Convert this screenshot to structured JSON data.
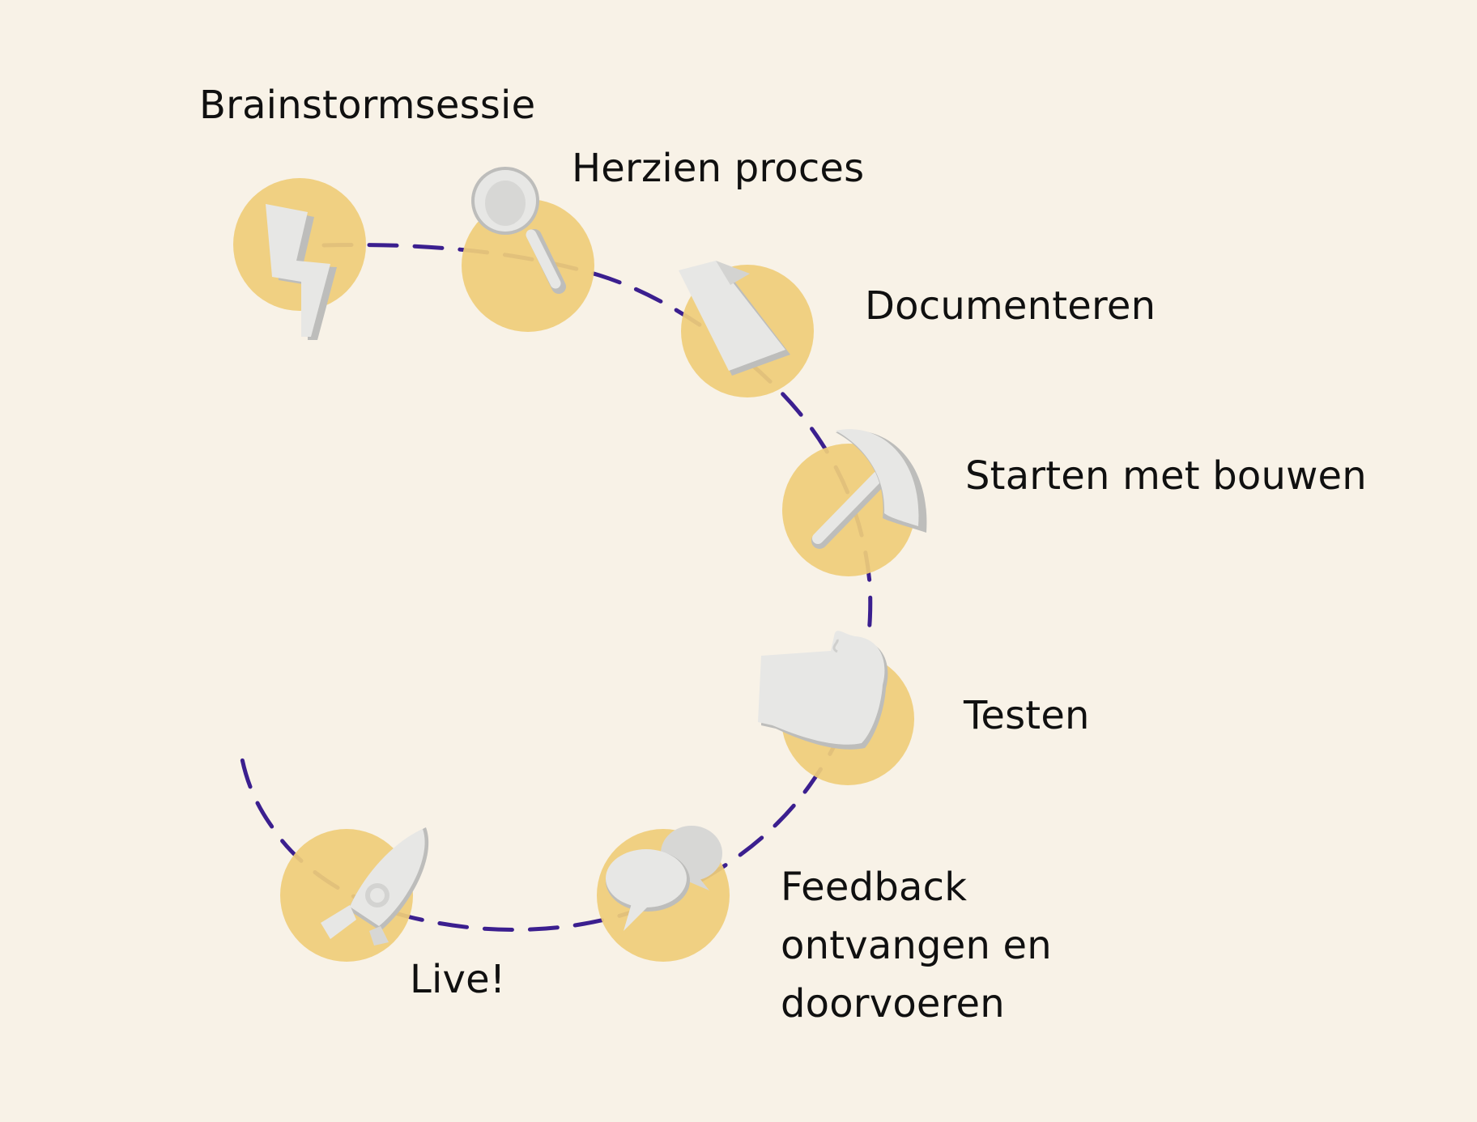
{
  "theme": {
    "background": "#f8f2e7",
    "circle": "#efcd7a",
    "path": "#3b1f8f",
    "icon": "#e7e7e5",
    "icon_shadow": "#bdbdbb"
  },
  "steps": [
    {
      "label": "Brainstormsessie",
      "icon": "lightning-bolt-icon"
    },
    {
      "label": "Herzien proces",
      "icon": "magnifying-glass-icon"
    },
    {
      "label": "Documenteren",
      "icon": "document-icon"
    },
    {
      "label": "Starten met bouwen",
      "icon": "pickaxe-icon"
    },
    {
      "label": "Testen",
      "icon": "thumbs-up-icon"
    },
    {
      "label": "Feedback\nontvangen en\ndoorvoeren",
      "icon": "speech-bubbles-icon"
    },
    {
      "label": "Live!",
      "icon": "rocket-icon"
    }
  ]
}
